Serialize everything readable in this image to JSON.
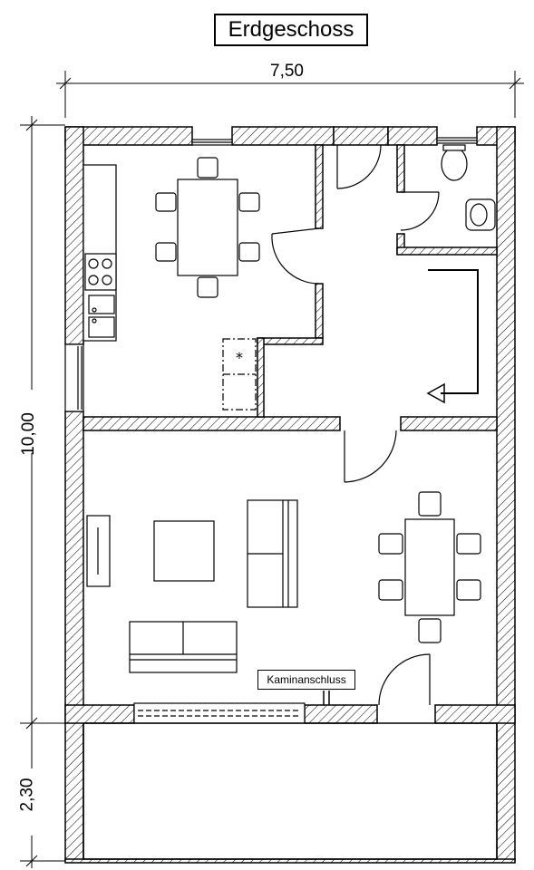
{
  "plan": {
    "title": "Erdgeschoss",
    "annotation": "Kaminanschluss",
    "dimensions": {
      "width": "7,50",
      "depth_house": "10,00",
      "depth_terrace": "2,30"
    }
  },
  "colors": {
    "line": "#000000",
    "background": "#ffffff"
  }
}
